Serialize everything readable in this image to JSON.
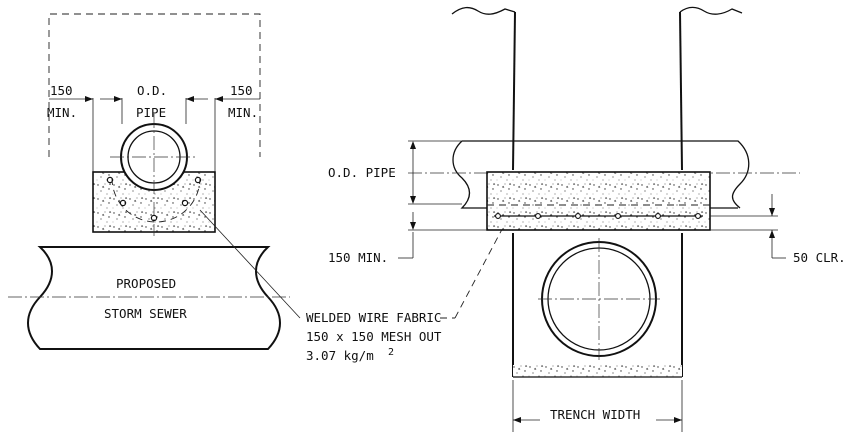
{
  "left_detail": {
    "dim_left_top": "150",
    "dim_left_bottom": "MIN.",
    "dim_mid_top": "O.D.",
    "dim_mid_bottom": "PIPE",
    "dim_right_top": "150",
    "dim_right_bottom": "MIN.",
    "pipe_label_line1": "PROPOSED",
    "pipe_label_line2": "STORM SEWER"
  },
  "callout": {
    "line1": "WELDED WIRE FABRIC",
    "line2": "150 x 150 MESH OUT",
    "line3": "3.07 kg/m",
    "line3_exp": "2"
  },
  "right_detail": {
    "od_pipe": "O.D. PIPE",
    "min_150": "150 MIN.",
    "clr_50": "50 CLR.",
    "trench_width": "TRENCH WIDTH"
  }
}
